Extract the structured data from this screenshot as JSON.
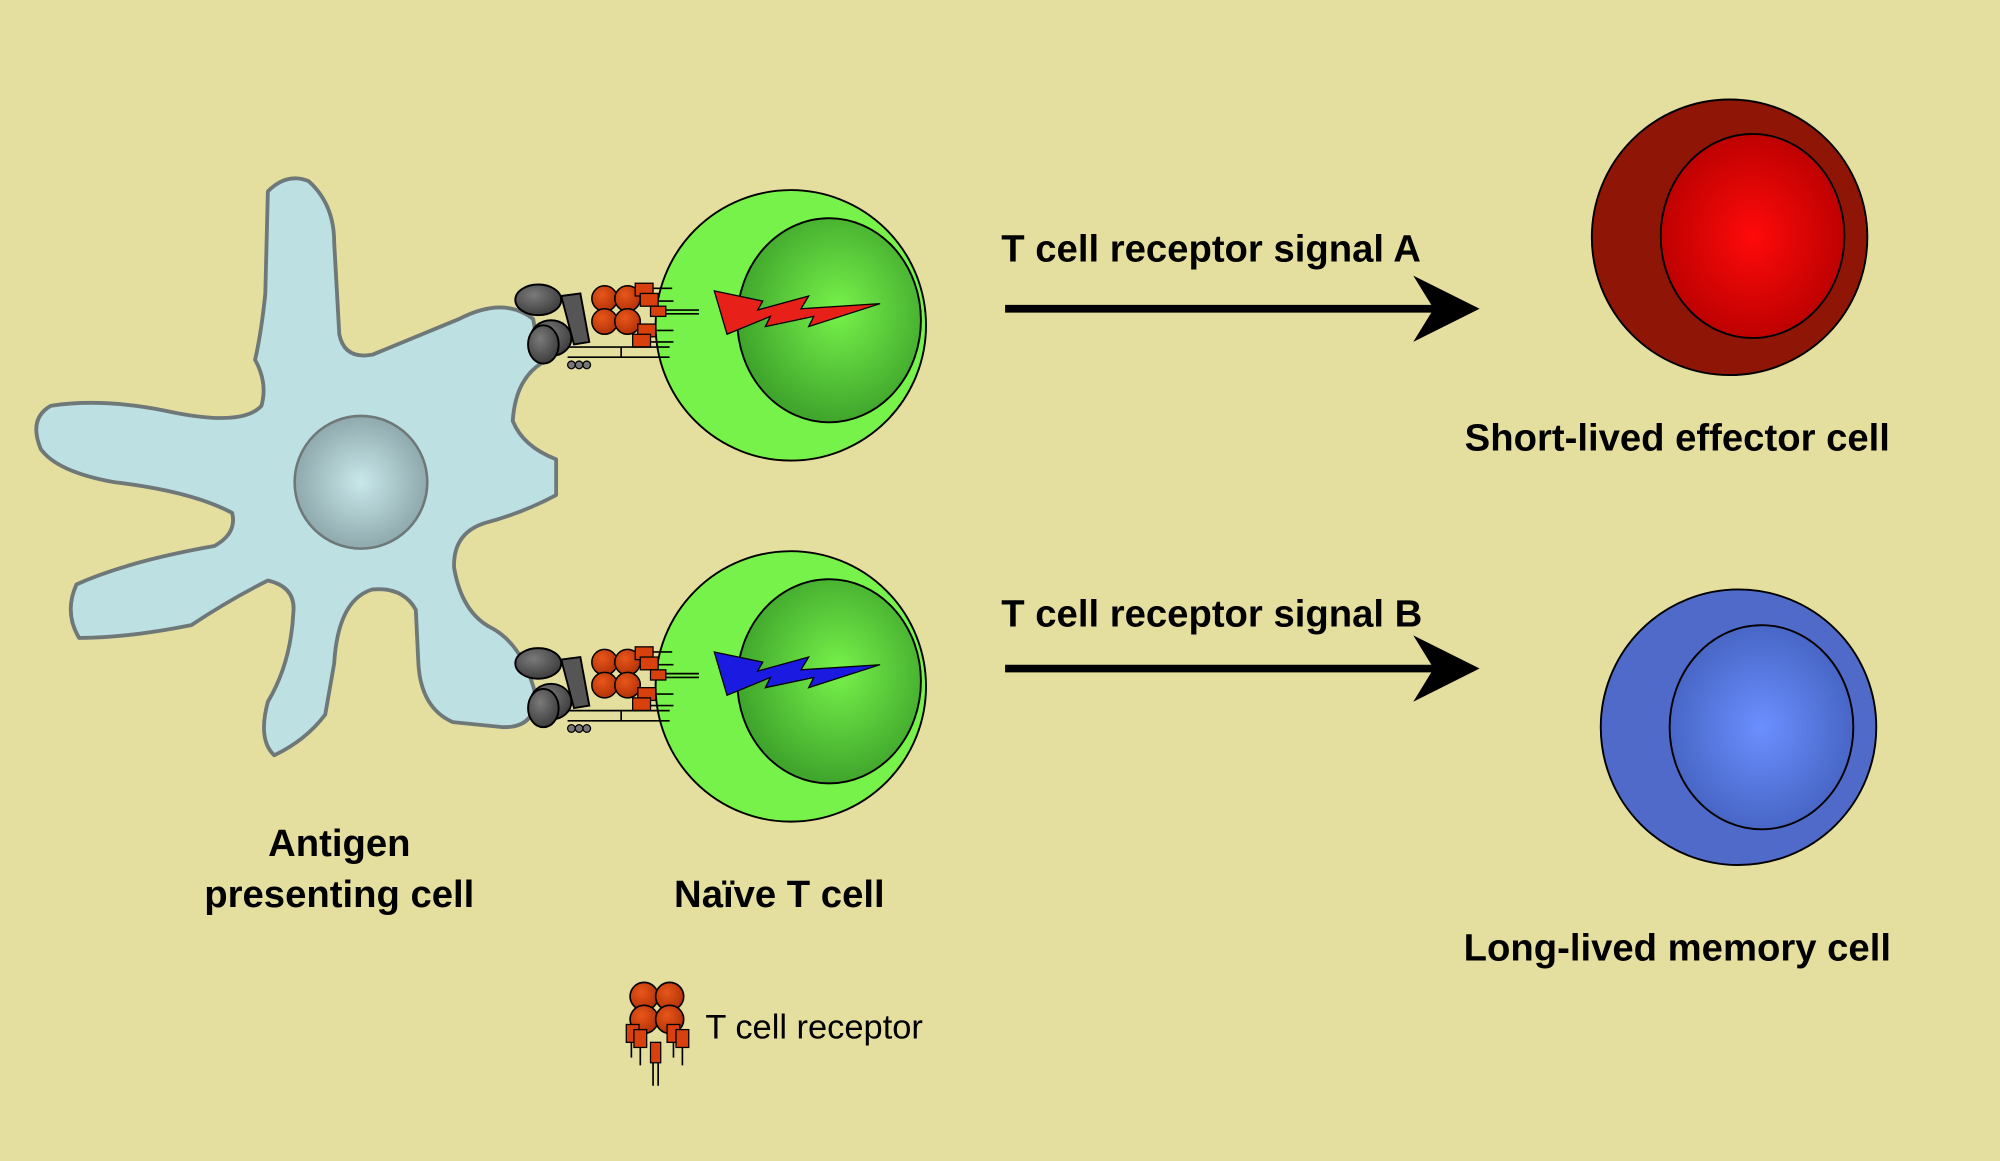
{
  "colors": {
    "background": "#e5df9f",
    "antigen_presenting_cell": "#bde0e3",
    "naive_t_cell": "#77f24a",
    "effector_cell": "#8f1506",
    "effector_nucleus": "#ff0000",
    "memory_cell": "#4f6ac9",
    "memory_nucleus": "#6688ff",
    "signal_a": "#e8201a",
    "signal_b": "#1a1ae0",
    "t_cell_receptor": "#d8400e"
  },
  "labels": {
    "signal_a": "T cell receptor signal A",
    "signal_b": "T cell receptor signal B",
    "effector": "Short-lived effector cell",
    "memory": "Long-lived memory cell",
    "apc_line1": "Antigen",
    "apc_line2": "presenting cell",
    "naive": "Naïve T cell",
    "legend_tcr": "T cell receptor"
  },
  "icons": {
    "signal_a": "lightning-bolt",
    "signal_b": "lightning-bolt",
    "legend": "t-cell-receptor"
  }
}
